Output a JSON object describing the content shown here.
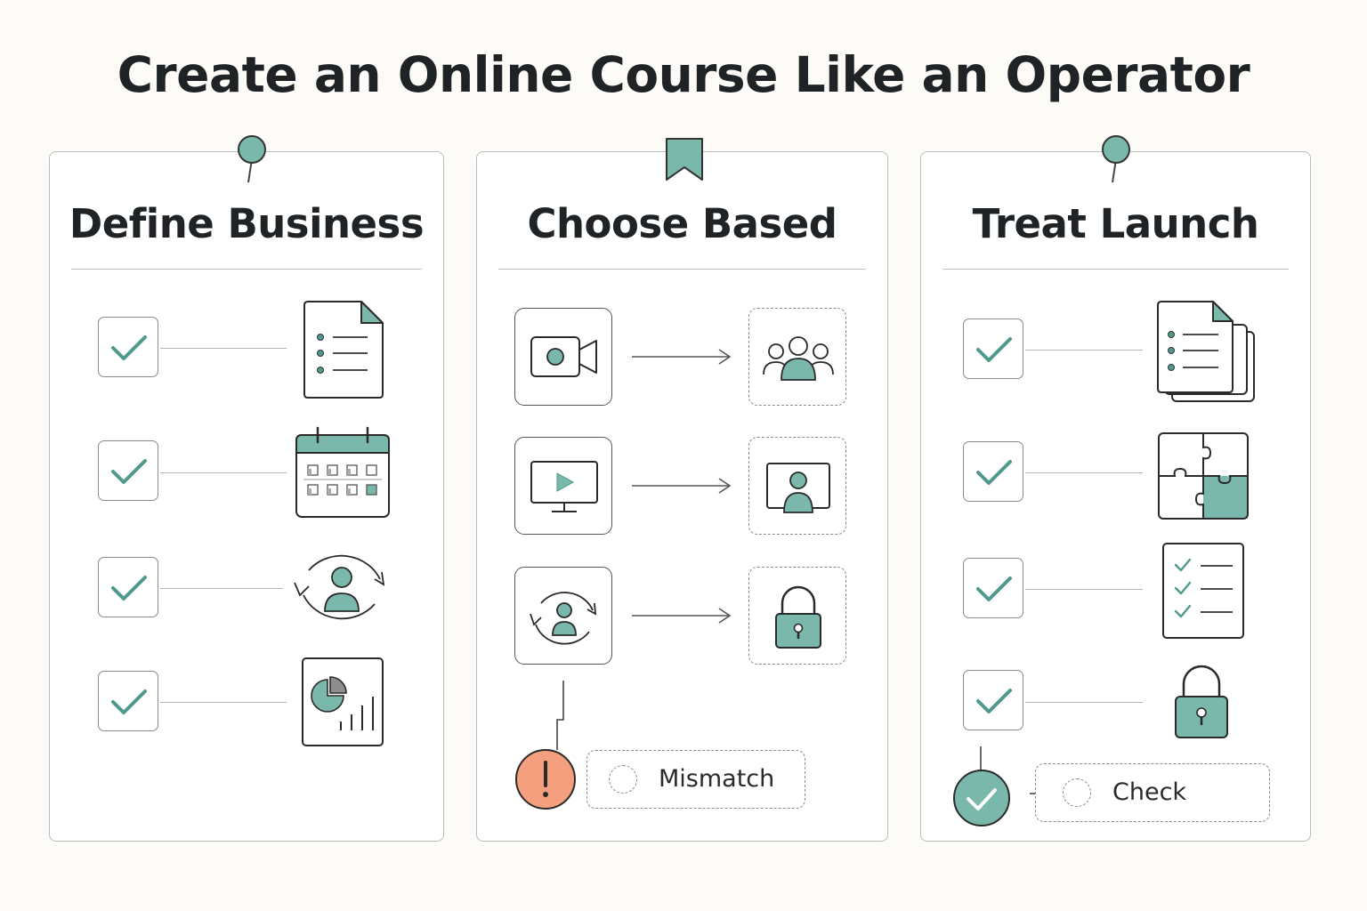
{
  "title": "Create an Online Course Like an Operator",
  "colors": {
    "accent": "#7ab8ac",
    "alert": "#f4a07e",
    "ink": "#1f2326",
    "background": "#fcfbf7"
  },
  "panels": [
    {
      "title": "Define Business",
      "marker": "pin-icon",
      "rows": [
        {
          "checked": true,
          "icon": "document-list-icon"
        },
        {
          "checked": true,
          "icon": "calendar-icon"
        },
        {
          "checked": true,
          "icon": "user-cycle-icon"
        },
        {
          "checked": true,
          "icon": "chart-report-icon"
        }
      ]
    },
    {
      "title": "Choose Based",
      "marker": "bookmark-icon",
      "rows": [
        {
          "from": "video-camera-icon",
          "to": "audience-group-icon"
        },
        {
          "from": "monitor-play-icon",
          "to": "screen-user-icon"
        },
        {
          "from": "user-cycle-icon",
          "to": "padlock-icon"
        }
      ],
      "status": {
        "icon": "alert-icon",
        "label": "Mismatch"
      }
    },
    {
      "title": "Treat Launch",
      "marker": "pin-icon",
      "rows": [
        {
          "checked": true,
          "icon": "document-stack-icon"
        },
        {
          "checked": true,
          "icon": "puzzle-icon"
        },
        {
          "checked": true,
          "icon": "checklist-icon"
        },
        {
          "checked": true,
          "icon": "padlock-icon"
        }
      ],
      "status": {
        "icon": "check-circle-icon",
        "label": "Check"
      }
    }
  ]
}
